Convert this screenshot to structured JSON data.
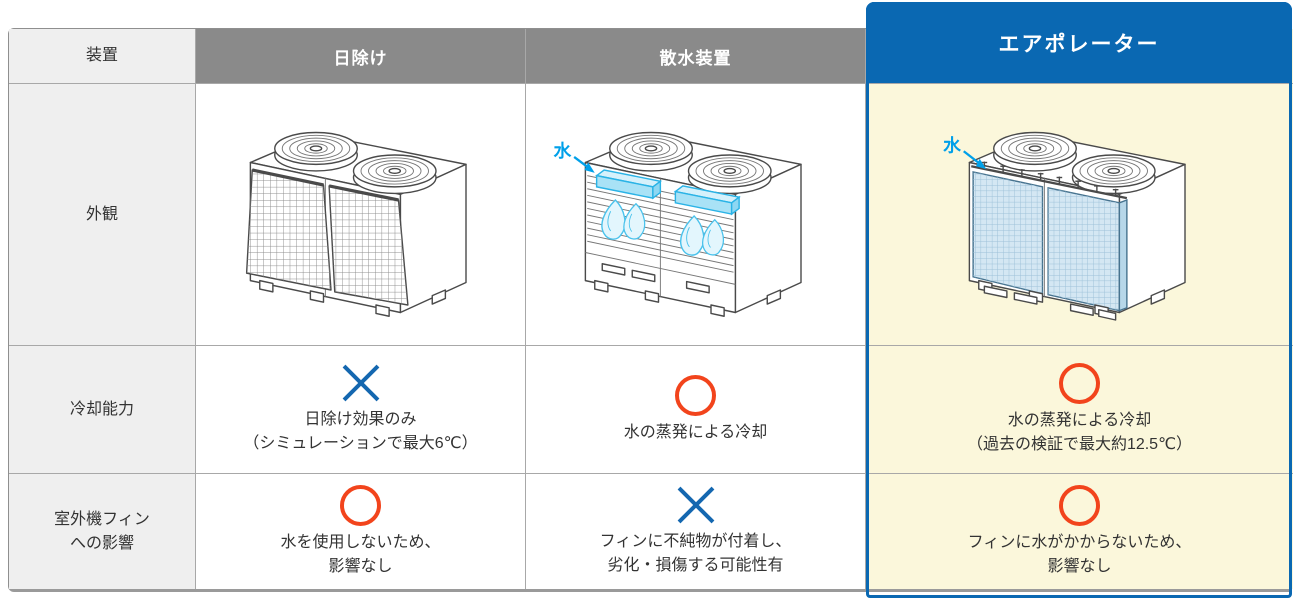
{
  "colors": {
    "accent_blue": "#0a68b2",
    "header_gray": "#8a8a8a",
    "label_gray": "#efefef",
    "highlight_bg": "#fbf7db",
    "circle_mark_red": "#f2441c",
    "cross_mark_blue": "#1467b0",
    "water_label_blue": "#00a0e9"
  },
  "header": {
    "corner": "装置",
    "col_sunshade": "日除け",
    "col_sprinkler": "散水装置",
    "col_airporator": "エアポレーター"
  },
  "rows": {
    "appearance": {
      "label": "外観"
    },
    "cooling": {
      "label": "冷却能力",
      "cells": [
        {
          "mark": "cross",
          "mark_class": "mark mark-cross",
          "text": "日除け効果のみ\n（シミュレーションで最大6℃）"
        },
        {
          "mark": "circle",
          "mark_class": "mark mark-circle",
          "text": "水の蒸発による冷却"
        },
        {
          "mark": "circle",
          "mark_class": "mark mark-circle",
          "text": "水の蒸発による冷却\n（過去の検証で最大約12.5℃）"
        }
      ]
    },
    "fins": {
      "label": "室外機フィン\nへの影響",
      "cells": [
        {
          "mark": "circle",
          "mark_class": "mark mark-circle",
          "text": "水を使用しないため、\n影響なし"
        },
        {
          "mark": "cross",
          "mark_class": "mark mark-cross",
          "text": "フィンに不純物が付着し、\n劣化・損傷する可能性有"
        },
        {
          "mark": "circle",
          "mark_class": "mark mark-circle",
          "text": "フィンに水がかからないため、\n影響なし"
        }
      ]
    }
  },
  "illustrations": {
    "sprinkler_water_label": "水",
    "airporator_water_label": "水"
  }
}
